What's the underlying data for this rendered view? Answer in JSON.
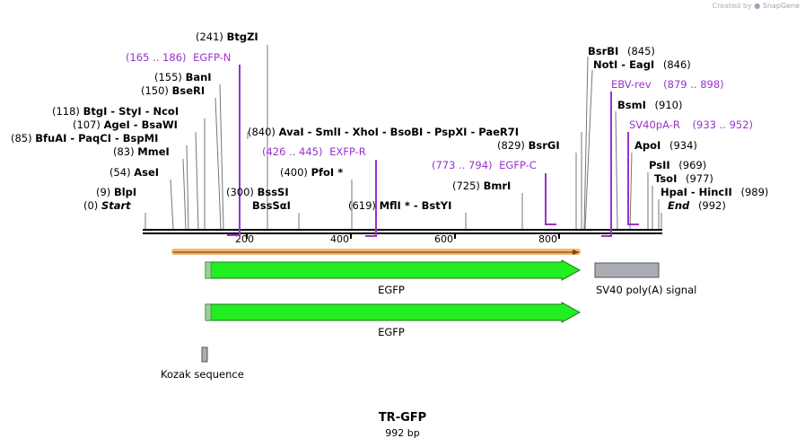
{
  "credit": {
    "prefix": "Created by",
    "brand": "SnapGene"
  },
  "plasmid": {
    "name": "TR-GFP",
    "length_label": "992 bp"
  },
  "colors": {
    "primer": "#9933cc",
    "feature_green": "#22ee22",
    "signal_gray": "#a9adb2",
    "orf_orange": "#f5b870",
    "backbone": "#000000"
  },
  "ruler": {
    "ticks": [
      {
        "label": "200"
      },
      {
        "label": "400"
      },
      {
        "label": "600"
      },
      {
        "label": "800"
      }
    ]
  },
  "sites": [
    {
      "pos": "(0)",
      "name": "Start",
      "italic": true
    },
    {
      "pos": "(9)",
      "name": "BlpI"
    },
    {
      "pos": "(54)",
      "name": "AseI"
    },
    {
      "pos": "(83)",
      "name": "MmeI"
    },
    {
      "pos": "(85)",
      "name": "BfuAI  -  PaqCI  -  BspMI"
    },
    {
      "pos": "(107)",
      "name": "AgeI  -  BsaWI"
    },
    {
      "pos": "(118)",
      "name": "BtgI  -  StyI  -  NcoI"
    },
    {
      "pos": "(150)",
      "name": "BseRI"
    },
    {
      "pos": "(155)",
      "name": "BanI"
    },
    {
      "pos": "(241)",
      "name": "BtgZI"
    },
    {
      "pos": "(300)",
      "name": "BssSI"
    },
    {
      "pos": "",
      "name": "BssSαI"
    },
    {
      "pos": "(400)",
      "name": "PfoI *"
    },
    {
      "pos": "(619)",
      "name": "MflI *  -  BstYI"
    },
    {
      "pos": "(725)",
      "name": "BmrI"
    },
    {
      "pos": "(829)",
      "name": "BsrGI"
    },
    {
      "pos": "(840)",
      "name": "AvaI  -  SmlI  -  XhoI  -  BsoBI  -  PspXI  -  PaeR7I"
    },
    {
      "pos": "(845)",
      "name": "BsrBI"
    },
    {
      "pos": "(846)",
      "name": "NotI  -  EagI"
    },
    {
      "pos": "(910)",
      "name": "BsmI"
    },
    {
      "pos": "(934)",
      "name": "ApoI"
    },
    {
      "pos": "(969)",
      "name": "PsII"
    },
    {
      "pos": "(977)",
      "name": "TsoI"
    },
    {
      "pos": "(989)",
      "name": "HpaI  -  HincII"
    },
    {
      "pos": "(992)",
      "name": "End",
      "italic": true
    }
  ],
  "primers": [
    {
      "name": "EGFP-N",
      "range": "(165 .. 186)"
    },
    {
      "name": "EXFP-R",
      "range": "(426 .. 445)"
    },
    {
      "name": "EGFP-C",
      "range": "(773 .. 794)"
    },
    {
      "name": "EBV-rev",
      "range": "(879 .. 898)"
    },
    {
      "name": "SV40pA-R",
      "range": "(933 .. 952)"
    }
  ],
  "features": [
    {
      "name": "EGFP",
      "type": "arrow"
    },
    {
      "name": "SV40 poly(A) signal",
      "type": "box"
    },
    {
      "name": "EGFP",
      "type": "arrow"
    },
    {
      "name": "Kozak sequence",
      "type": "box"
    }
  ]
}
